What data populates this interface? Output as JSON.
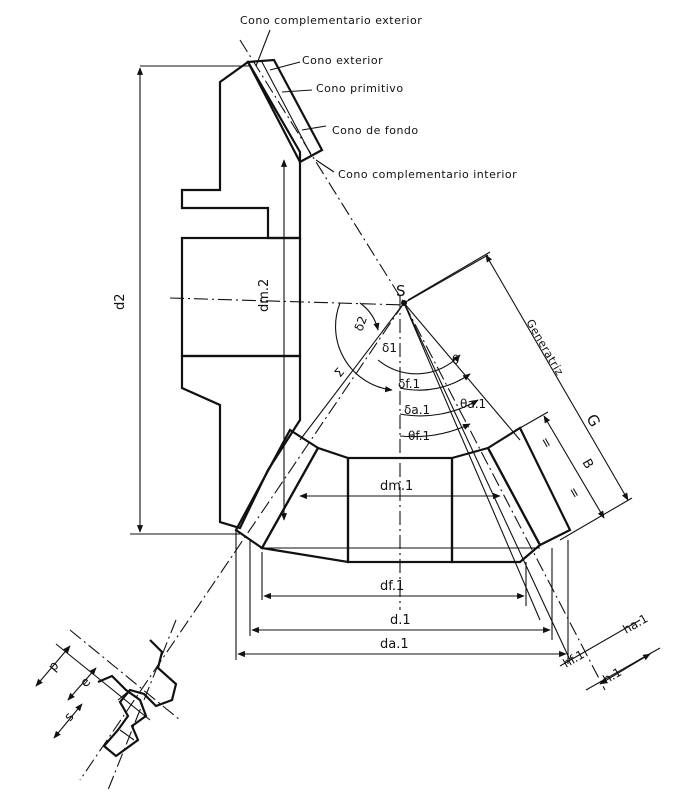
{
  "labels": {
    "cono_comp_ext": "Cono complementario exterior",
    "cono_ext": "Cono exterior",
    "cono_prim": "Cono primitivo",
    "cono_fondo": "Cono de fondo",
    "cono_comp_int": "Cono complementario interior",
    "apex": "S",
    "generatriz": "Generatriz",
    "G": "G"
  },
  "dimensions": {
    "d2": "d2",
    "dm2": "dm.2",
    "dm1": "dm.1",
    "df1": "df.1",
    "d1": "d.1",
    "da1": "da.1",
    "hf1": "hf.1",
    "h1": "h.1",
    "ha1": "ha.1",
    "B": "B",
    "half1": "=",
    "half2": "="
  },
  "angles": {
    "delta2": "δ2",
    "delta1": "δ1",
    "theta": "θ",
    "deltaf1": "δf.1",
    "deltaa1": "δa.1",
    "thetaa1": "θa.1",
    "thetaf1": "θf.1",
    "sigma": "Σ"
  },
  "detail": {
    "p": "p",
    "e": "e",
    "s": "s"
  }
}
